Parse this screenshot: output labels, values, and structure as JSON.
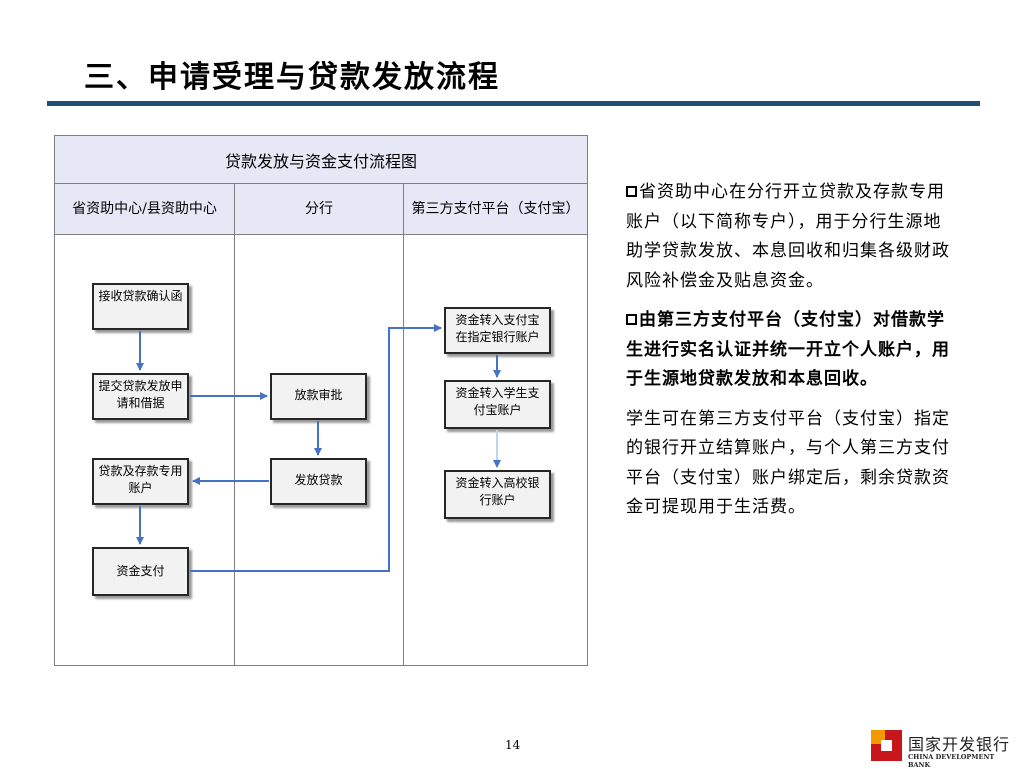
{
  "slide": {
    "title": "三、申请受理与贷款发放流程",
    "page_number": "14"
  },
  "diagram": {
    "title": "贷款发放与资金支付流程图",
    "lanes": [
      {
        "label": "省资助中心/县资助中心"
      },
      {
        "label": "分行"
      },
      {
        "label": "第三方支付平台（支付宝）"
      }
    ],
    "nodes": {
      "receive_letter": "接收贷款确认函",
      "submit_application": "提交贷款发放申请和借据",
      "loan_deposit_account": "贷款及存款专用账户",
      "fund_payment": "资金支付",
      "loan_approval": "放款审批",
      "issue_loan": "发放贷款",
      "to_alipay_account": "资金转入支付宝在指定银行账户",
      "to_student_alipay": "资金转入学生支付宝账户",
      "to_university_bank": "资金转入高校银行账户"
    }
  },
  "text_panel": {
    "para1": "省资助中心在分行开立贷款及存款专用账户（以下简称专户），用于分行生源地助学贷款发放、本息回收和归集各级财政风险补偿金及贴息资金。",
    "para2": "由第三方支付平台（支付宝）对借款学生进行实名认证并统一开立个人账户，用于生源地贷款发放和本息回收。",
    "para3": "学生可在第三方支付平台（支付宝）指定的银行开立结算账户，与个人第三方支付平台（支付宝）账户绑定后，剩余贷款资金可提现用于生活费。"
  },
  "logo": {
    "name_cn": "国家开发银行",
    "name_en": "CHINA DEVELOPMENT BANK"
  },
  "colors": {
    "title_rule": "#1f4e79",
    "header_fill": "#e6e9f5",
    "arrow": "#4472c4",
    "logo_red": "#c8161d",
    "logo_orange": "#f39800"
  }
}
